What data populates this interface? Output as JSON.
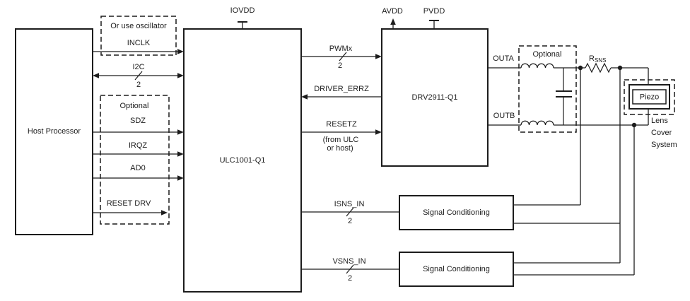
{
  "diagram": {
    "colors": {
      "line": "#1c1c1c",
      "background": "#ffffff"
    },
    "blocks": {
      "host": {
        "label": "Host Processor"
      },
      "ulc": {
        "label": "ULC1001-Q1"
      },
      "drv": {
        "label": "DRV2911-Q1"
      },
      "sigcond1": {
        "label": "Signal Conditioning"
      },
      "sigcond2": {
        "label": "Signal Conditioning"
      },
      "piezo": {
        "label": "Piezo"
      }
    },
    "notes": {
      "oscillator": "Or use oscillator",
      "optional_signals": "Optional",
      "optional_filter": "Optional",
      "resetz_note_line1": "(from ULC",
      "resetz_note_line2": "or host)",
      "lens_line1": "Lens",
      "lens_line2": "Cover",
      "lens_line3": "System"
    },
    "power": {
      "iovdd": "IOVDD",
      "avdd": "AVDD",
      "pvdd": "PVDD"
    },
    "signals": {
      "inclk": "INCLK",
      "i2c": "I2C",
      "i2c_width": "2",
      "sdz": "SDZ",
      "irqz": "IRQZ",
      "ad0": "AD0",
      "reset_drv": "RESET DRV",
      "pwmx": "PWMx",
      "pwmx_width": "2",
      "driver_errz": "DRIVER_ERRZ",
      "resetz": "RESETZ",
      "isns_in": "ISNS_IN",
      "isns_width": "2",
      "vsns_in": "VSNS_IN",
      "vsns_width": "2",
      "outa": "OUTA",
      "outb": "OUTB",
      "rsns_base": "R",
      "rsns_sub": "SNS"
    }
  }
}
